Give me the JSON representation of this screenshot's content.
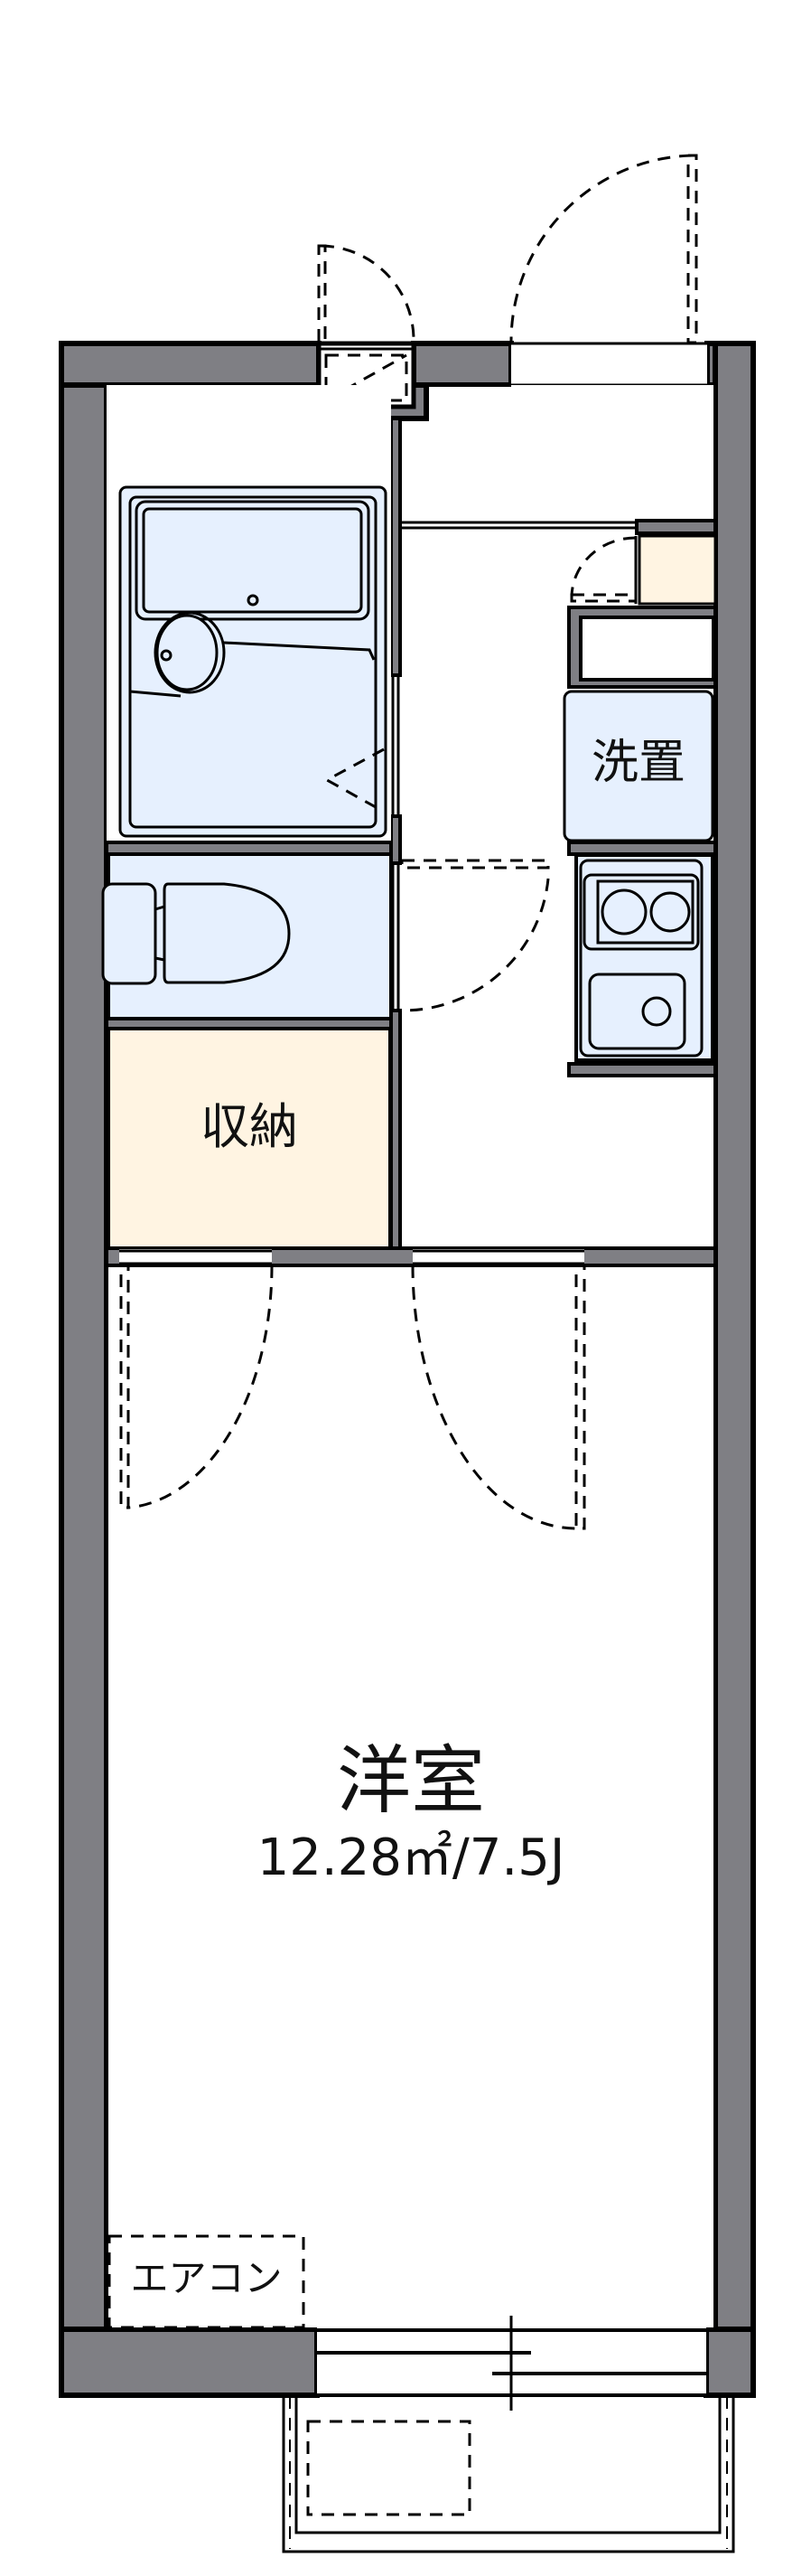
{
  "floorplan": {
    "rooms": {
      "western_room": {
        "label": "洋室",
        "area": "12.28㎡/7.5J"
      },
      "storage": {
        "label": "収納"
      },
      "washer": {
        "label": "洗置"
      },
      "aircon": {
        "label": "エアコン"
      }
    },
    "colors": {
      "wall": "#7f7f84",
      "wet_area": "#e6f0fe",
      "storage": "#fff4e2",
      "line": "#000000"
    },
    "fixtures": [
      "entrance-door",
      "meter-box",
      "shoe-cabinet",
      "unit-bath",
      "toilet",
      "washer-space",
      "kitchen",
      "balcony",
      "window",
      "outdoor-unit"
    ]
  }
}
